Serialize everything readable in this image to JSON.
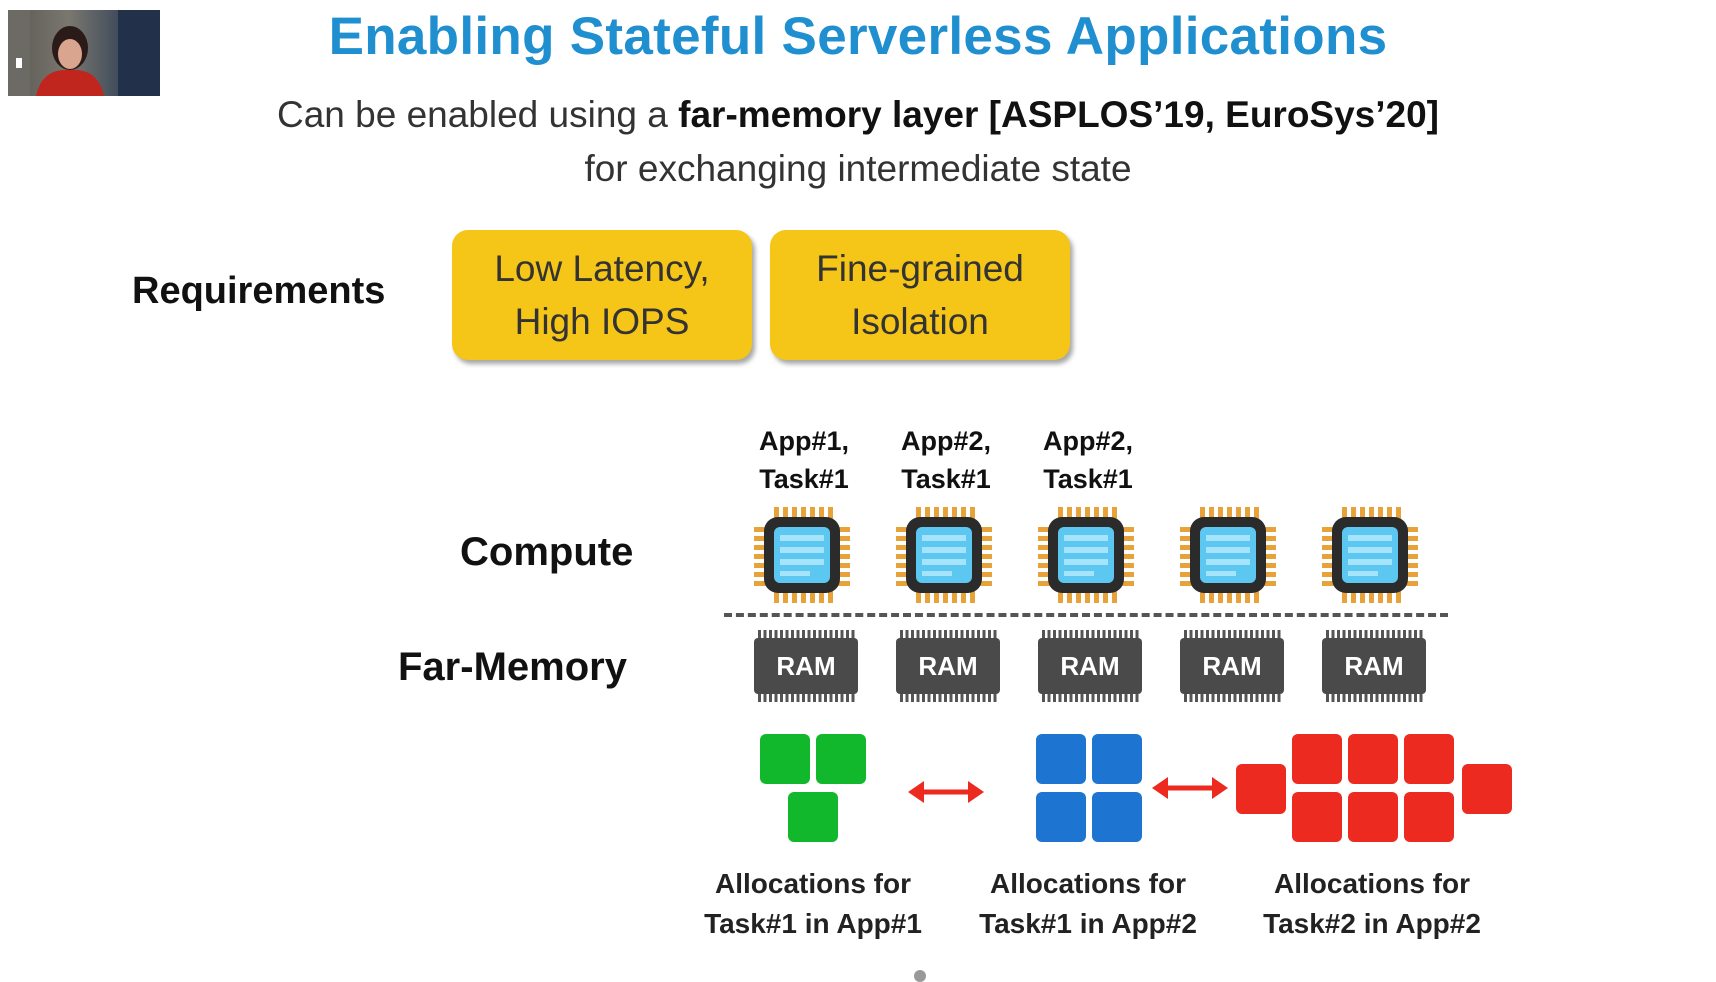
{
  "slide": {
    "title": "Enabling Stateful Serverless Applications",
    "subtitle_pre": "Can be enabled using a ",
    "subtitle_bold": "far-memory layer [ASPLOS’19, EuroSys’20]",
    "subtitle_line2": "for exchanging intermediate state"
  },
  "requirements": {
    "label": "Requirements",
    "items": [
      {
        "line1": "Low Latency,",
        "line2": "High IOPS"
      },
      {
        "line1": "Fine-grained",
        "line2": "Isolation"
      }
    ]
  },
  "apps": [
    {
      "line1": "App#1,",
      "line2": "Task#1"
    },
    {
      "line1": "App#2,",
      "line2": "Task#1"
    },
    {
      "line1": "App#2,",
      "line2": "Task#1"
    }
  ],
  "rows": {
    "compute": "Compute",
    "far_memory": "Far-Memory"
  },
  "ram_label": "RAM",
  "allocations": [
    {
      "line1": "Allocations for",
      "line2": "Task#1 in App#1",
      "color": "#12b82b"
    },
    {
      "line1": "Allocations for",
      "line2": "Task#1 in App#2",
      "color": "#1d75d1"
    },
    {
      "line1": "Allocations for",
      "line2": "Task#2 in App#2",
      "color": "#ec2a20"
    }
  ],
  "colors": {
    "title": "#1f8fd0",
    "requirement_box": "#f5c518",
    "arrow": "#ec2a20",
    "chip_pins": "#e8a23a",
    "chip_screen": "#5cc7f0"
  }
}
